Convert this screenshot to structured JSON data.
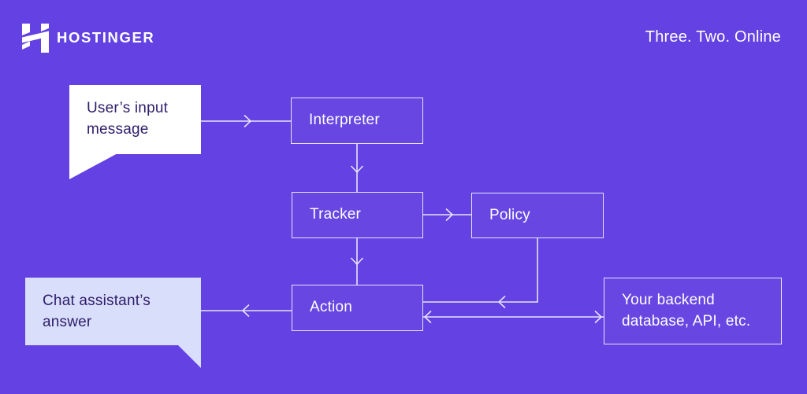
{
  "header": {
    "logo_text": "HOSTINGER",
    "tagline": "Three. Two. Online"
  },
  "diagram": {
    "user_bubble": {
      "label": "User’s input message"
    },
    "assistant_bubble": {
      "label": "Chat assistant’s answer"
    },
    "boxes": {
      "interpreter": "Interpreter",
      "tracker": "Tracker",
      "policy": "Policy",
      "action": "Action",
      "backend": "Your backend database, API, etc."
    },
    "edges": [
      {
        "from": "user-input-bubble",
        "to": "interpreter",
        "direction": "right"
      },
      {
        "from": "interpreter",
        "to": "tracker",
        "direction": "down"
      },
      {
        "from": "tracker",
        "to": "policy",
        "direction": "right"
      },
      {
        "from": "tracker",
        "to": "action",
        "direction": "down"
      },
      {
        "from": "policy",
        "to": "action",
        "direction": "down-left"
      },
      {
        "from": "action",
        "to": "backend",
        "direction": "bidirectional"
      },
      {
        "from": "action",
        "to": "assistant-answer-bubble",
        "direction": "left"
      }
    ]
  },
  "colors": {
    "background": "#6341e2",
    "line_and_border": "#e8e4fa",
    "box_text": "#ffffff",
    "user_bubble_fill": "#ffffff",
    "assistant_bubble_fill": "#d9defb",
    "bubble_text": "#2f1c6a"
  }
}
